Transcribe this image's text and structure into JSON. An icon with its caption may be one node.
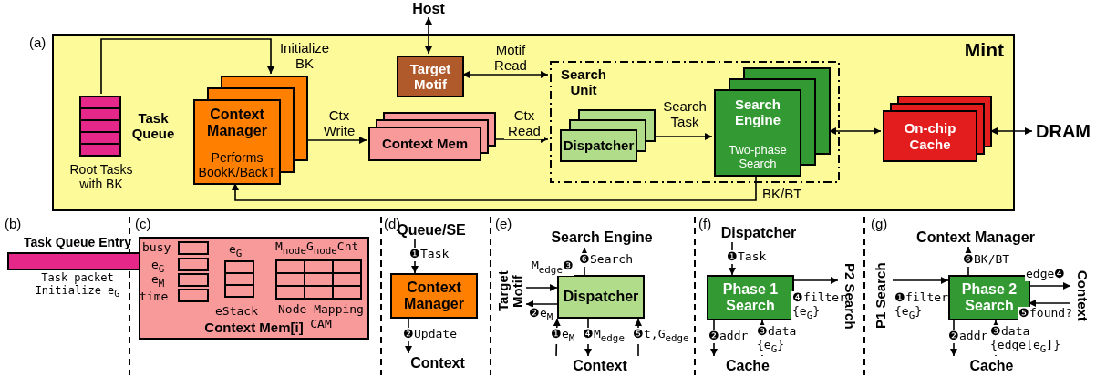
{
  "diagram": {
    "nodes": [
      {
        "text": [
          "Mint"
        ]
      },
      {
        "text": [
          "Host"
        ]
      },
      {
        "text": [
          "Task Queue"
        ],
        "beside": [
          "Root Tasks with BK"
        ],
        "in": 0
      },
      {
        "text": [
          "Context Manager",
          "Performs BookK/BackT"
        ],
        "in": 0
      },
      {
        "text": [
          "Target Motif"
        ],
        "in": 0
      },
      {
        "text": [
          "Context Mem"
        ],
        "in": 0
      },
      {
        "text": [
          "Search Unit"
        ],
        "in": 0
      },
      {
        "text": [
          "Dispatcher"
        ],
        "in": 6
      },
      {
        "text": [
          "Search Engine",
          "Two-phase Search"
        ],
        "in": 6
      },
      {
        "text": [
          "On-chip Cache"
        ],
        "in": 0
      },
      {
        "text": [
          "DRAM"
        ]
      },
      {
        "text": [
          "Task Queue Entry"
        ],
        "beside": [
          "Task packet Initialize e$_{G}$"
        ]
      },
      {
        "text": [
          "Context Mem[i]"
        ]
      },
      {
        "text": [
          "Queue/SE"
        ]
      },
      {
        "text": [
          "Context Manager"
        ]
      },
      {
        "text": [
          "Context"
        ]
      },
      {
        "text": [
          "Search Engine"
        ]
      },
      {
        "text": [
          "Target Motif"
        ]
      },
      {
        "text": [
          "Dispatcher"
        ]
      },
      {
        "text": [
          "Context"
        ]
      },
      {
        "text": [
          "Dispatcher"
        ]
      },
      {
        "text": [
          "Phase 1 Search"
        ]
      },
      {
        "text": [
          "P2 Search"
        ]
      },
      {
        "text": [
          "Cache"
        ]
      },
      {
        "text": [
          "Context Manager"
        ]
      },
      {
        "text": [
          "P1 Search"
        ]
      },
      {
        "text": [
          "Phase 2 Search"
        ]
      },
      {
        "text": [
          "Context"
        ]
      },
      {
        "text": [
          "Cache"
        ]
      }
    ],
    "edges": [
      {
        "from": 2,
        "to": 3,
        "arrow": "to",
        "label": "Initialize BK"
      },
      {
        "from": 1,
        "to": 4,
        "arrow": "both"
      },
      {
        "from": 4,
        "to": 6,
        "arrow": "both",
        "label": "Motif Read"
      },
      {
        "from": 3,
        "to": 5,
        "arrow": "to",
        "label": "Ctx Write"
      },
      {
        "from": 5,
        "to": 6,
        "arrow": "to",
        "label": "Ctx Read"
      },
      {
        "from": 7,
        "to": 8,
        "arrow": "to",
        "label": "Search Task"
      },
      {
        "from": 8,
        "to": 9,
        "arrow": "both"
      },
      {
        "from": 9,
        "to": 10,
        "arrow": "both"
      },
      {
        "from": 8,
        "to": 3,
        "arrow": "to",
        "label": "BK/BT"
      },
      {
        "from": 13,
        "to": 14,
        "arrow": "to",
        "label": "❶Task"
      },
      {
        "from": 14,
        "to": 15,
        "arrow": "to",
        "label": "❷Update"
      },
      {
        "from": 18,
        "to": 16,
        "arrow": "to",
        "label": "❻Search"
      },
      {
        "from": 17,
        "to": 18,
        "arrow": "to",
        "label": "M$_{edge}$❸"
      },
      {
        "from": 18,
        "to": 17,
        "arrow": "to",
        "label": "❷e$_{M}$"
      },
      {
        "from": 19,
        "to": 18,
        "arrow": "to",
        "label": "❶e$_{M}$"
      },
      {
        "from": 18,
        "to": 19,
        "arrow": "to",
        "label": "❹M$_{edge}$"
      },
      {
        "from": 19,
        "to": 18,
        "arrow": "to",
        "label": "❺t,G$_{edge}$"
      },
      {
        "from": 20,
        "to": 21,
        "arrow": "to",
        "label": "❶Task"
      },
      {
        "from": 21,
        "to": 23,
        "arrow": "to",
        "label": "❷addr"
      },
      {
        "from": 23,
        "to": 21,
        "arrow": "to",
        "label": "❸data {e$_{G}$}"
      },
      {
        "from": 21,
        "to": 22,
        "arrow": "to",
        "label": "❹filter {e$_{G}$}"
      },
      {
        "from": 25,
        "to": 26,
        "arrow": "to",
        "label": "❶filter {e$_{G}$}"
      },
      {
        "from": 26,
        "to": 28,
        "arrow": "to",
        "label": "❷addr"
      },
      {
        "from": 28,
        "to": 26,
        "arrow": "to",
        "label": "❸data {edge[e$_{G}$]}"
      },
      {
        "from": 26,
        "to": 27,
        "arrow": "to",
        "label": "edge❹"
      },
      {
        "from": 27,
        "to": 26,
        "arrow": "to",
        "label": "❺found?"
      },
      {
        "from": 26,
        "to": 24,
        "arrow": "to",
        "label": "❻BK/BT"
      }
    ],
    "labels": [
      "(a)",
      "(b)",
      "(c)",
      "busy",
      "e$_{G}$",
      "e$_{M}$",
      "time",
      "e$_{G}$",
      "eStack",
      "M$_{node}$G$_{node}$Cnt",
      "Node Mapping CAM",
      "(d)",
      "(e)",
      "(f)",
      "(g)"
    ]
  }
}
